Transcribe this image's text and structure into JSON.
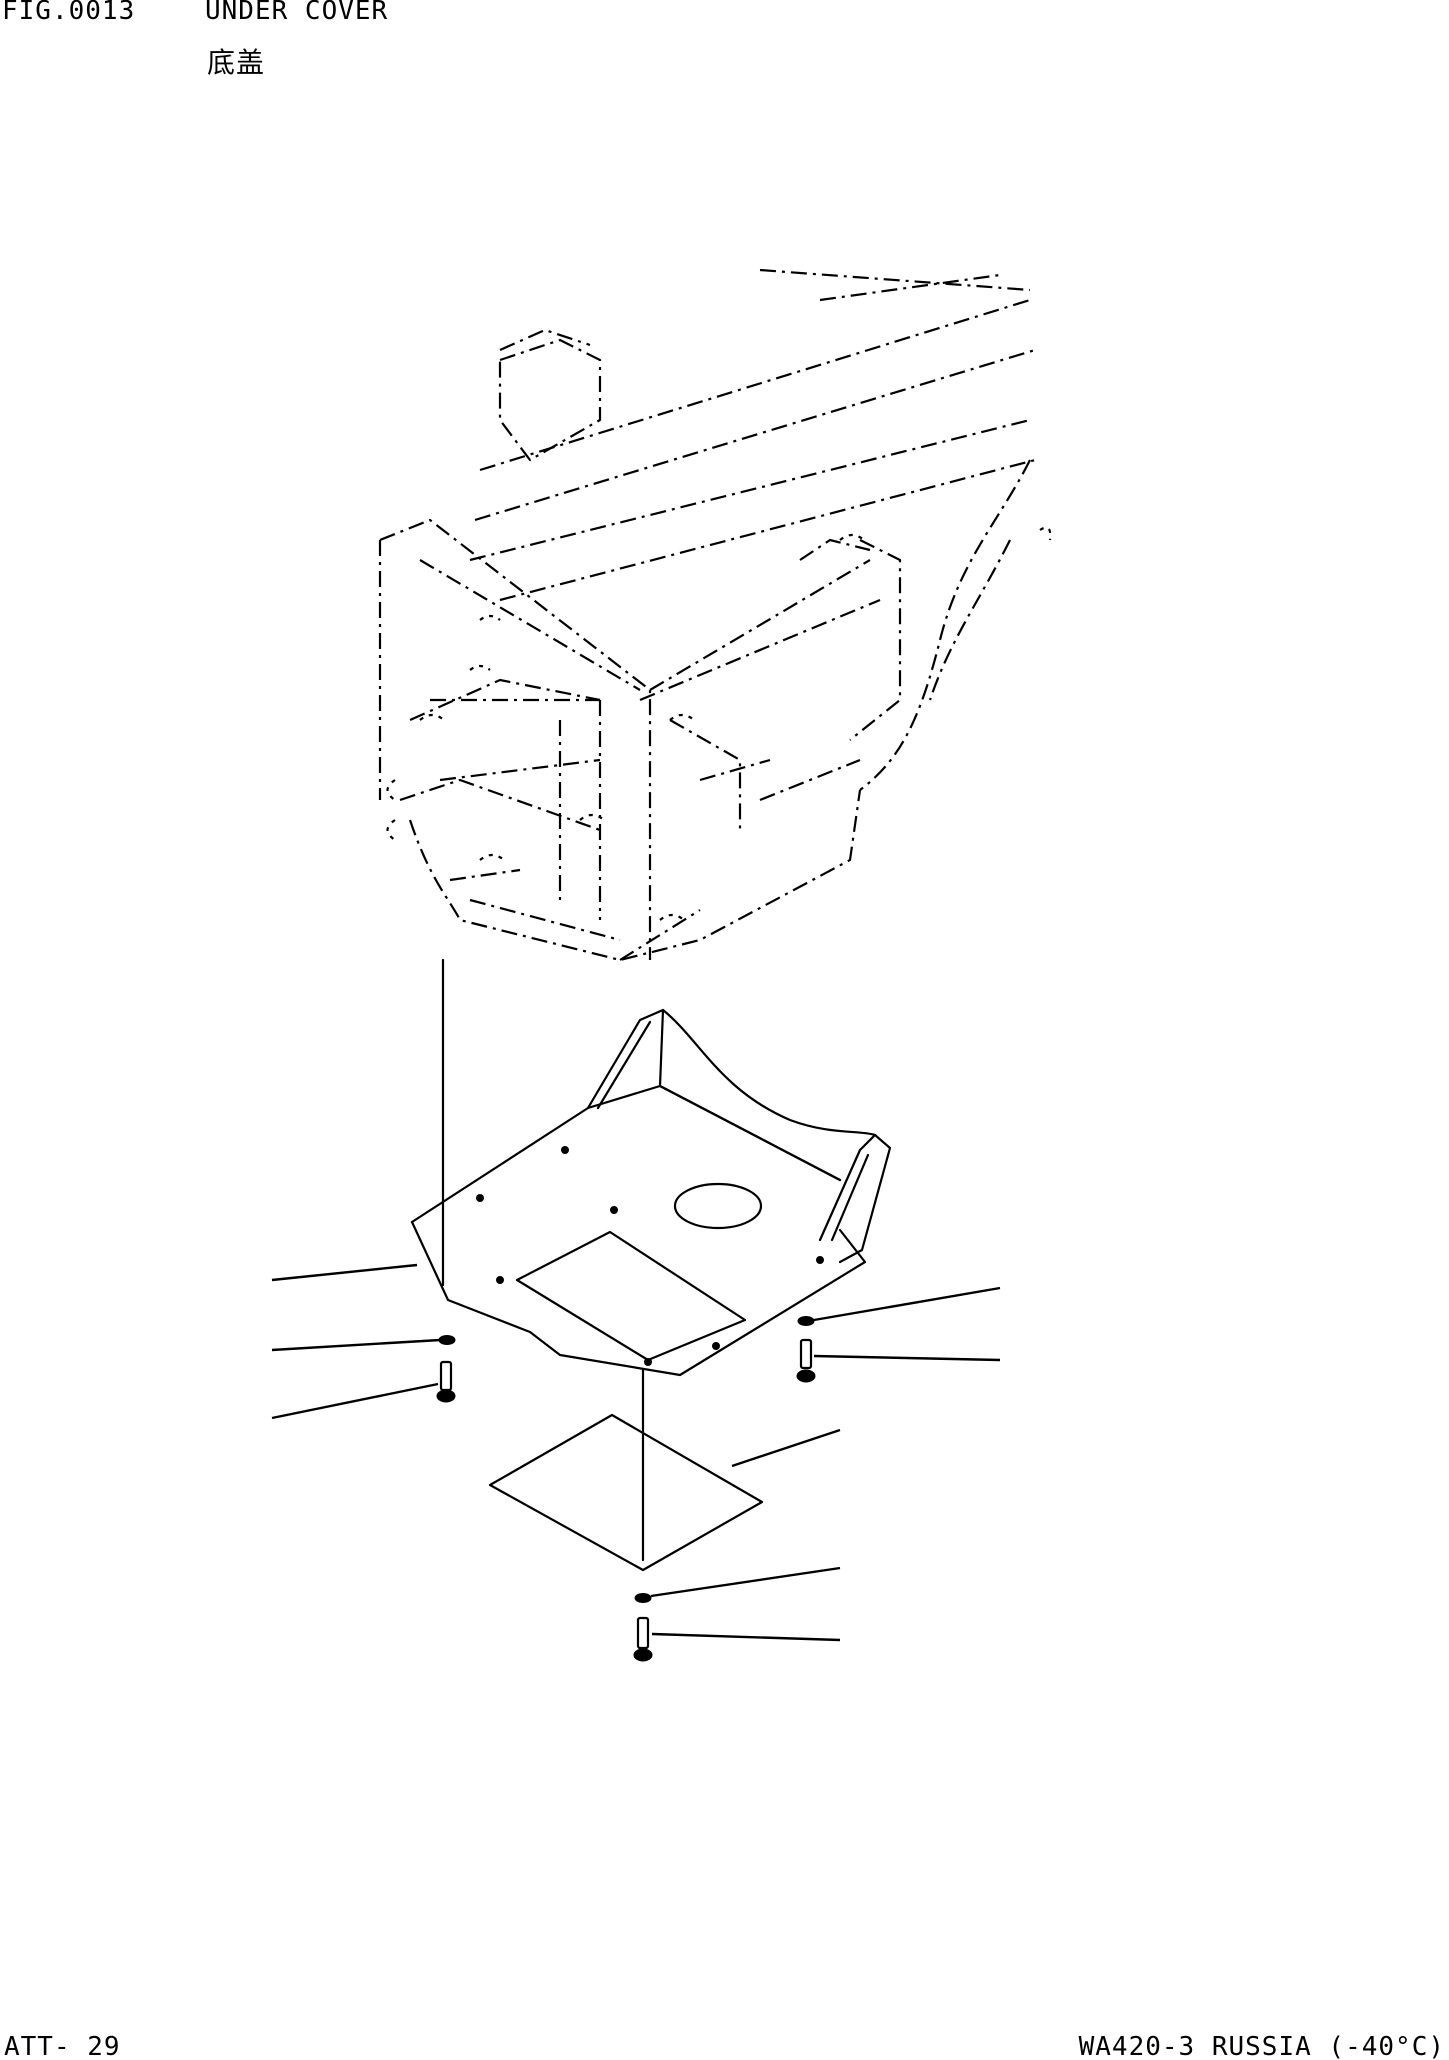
{
  "header": {
    "figure_number": "FIG.0013",
    "title": "UNDER COVER",
    "title_cn": "底盖"
  },
  "footer": {
    "page_code": "ATT- 29",
    "model": "WA420-3 RUSSIA (-40°C)"
  },
  "drawing": {
    "subject": "under-cover-exploded-view",
    "parts": [
      "frame",
      "under-cover",
      "inspection-cover",
      "washer",
      "bolt"
    ]
  }
}
